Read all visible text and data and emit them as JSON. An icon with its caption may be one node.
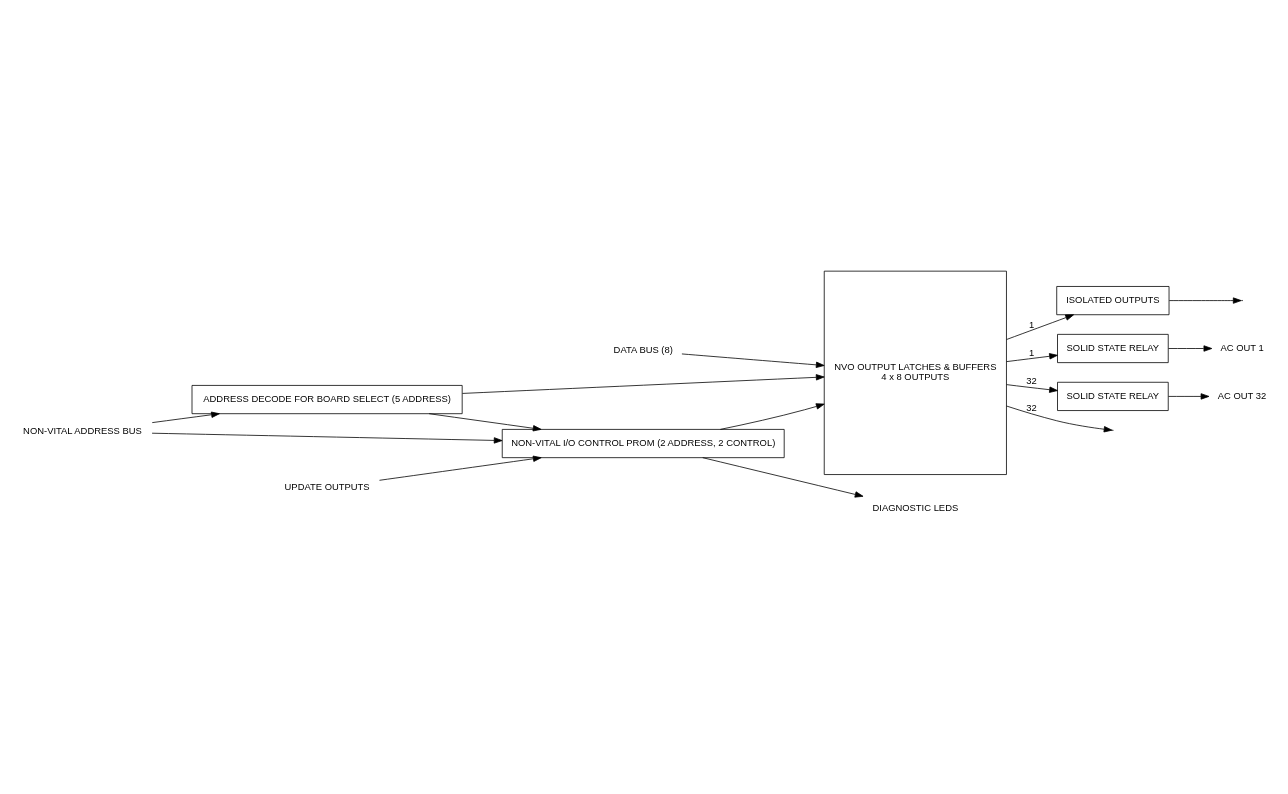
{
  "diagram": {
    "nodes": [
      {
        "text": [
          "DATA BUS (8)"
        ]
      },
      {
        "text": [
          "NON-VITAL ADDRESS BUS"
        ]
      },
      {
        "text": [
          "ADDRESS DECODE FOR BOARD SELECT (5 ADDRESS)"
        ]
      },
      {
        "text": [
          "NON-VITAL I/O CONTROL PROM (2 ADDRESS, 2 CONTROL)"
        ]
      },
      {
        "text": [
          "UPDATE OUTPUTS"
        ]
      },
      {
        "text": [
          "NVO OUTPUT LATCHES & BUFFERS",
          "4 x 8 OUTPUTS"
        ]
      },
      {
        "text": [
          "ISOLATED OUTPUTS"
        ]
      },
      {
        "text": [
          "SOLID STATE RELAY"
        ]
      },
      {
        "text": [
          "SOLID STATE RELAY"
        ]
      },
      {
        "text": [
          "AC OUT 1"
        ]
      },
      {
        "text": [
          "AC OUT 32"
        ]
      },
      {
        "text": [
          "DIAGNOSTIC LEDS"
        ]
      }
    ],
    "edges": [
      {
        "from": 0,
        "to": 5,
        "arrow": "to"
      },
      {
        "from": 1,
        "to": 2,
        "arrow": "to"
      },
      {
        "from": 1,
        "to": 3,
        "arrow": "to"
      },
      {
        "from": 2,
        "to": 5,
        "arrow": "to"
      },
      {
        "from": 2,
        "to": 3,
        "arrow": "to"
      },
      {
        "from": 3,
        "to": 5,
        "arrow": "to"
      },
      {
        "from": 4,
        "to": 3,
        "arrow": "to"
      },
      {
        "from": 3,
        "to": 11,
        "arrow": "to"
      },
      {
        "from": 5,
        "to": 6,
        "arrow": "to",
        "label": "1"
      },
      {
        "from": 5,
        "to": null,
        "arrow": "to",
        "label": "32"
      },
      {
        "from": 5,
        "to": 7,
        "arrow": "to",
        "label": "1"
      },
      {
        "from": 5,
        "to": 8,
        "arrow": "to",
        "label": "32"
      },
      {
        "from": 6,
        "to": null,
        "arrow": "to"
      },
      {
        "from": 7,
        "to": 9,
        "arrow": "to"
      },
      {
        "from": 8,
        "to": 10,
        "arrow": "to"
      }
    ]
  }
}
